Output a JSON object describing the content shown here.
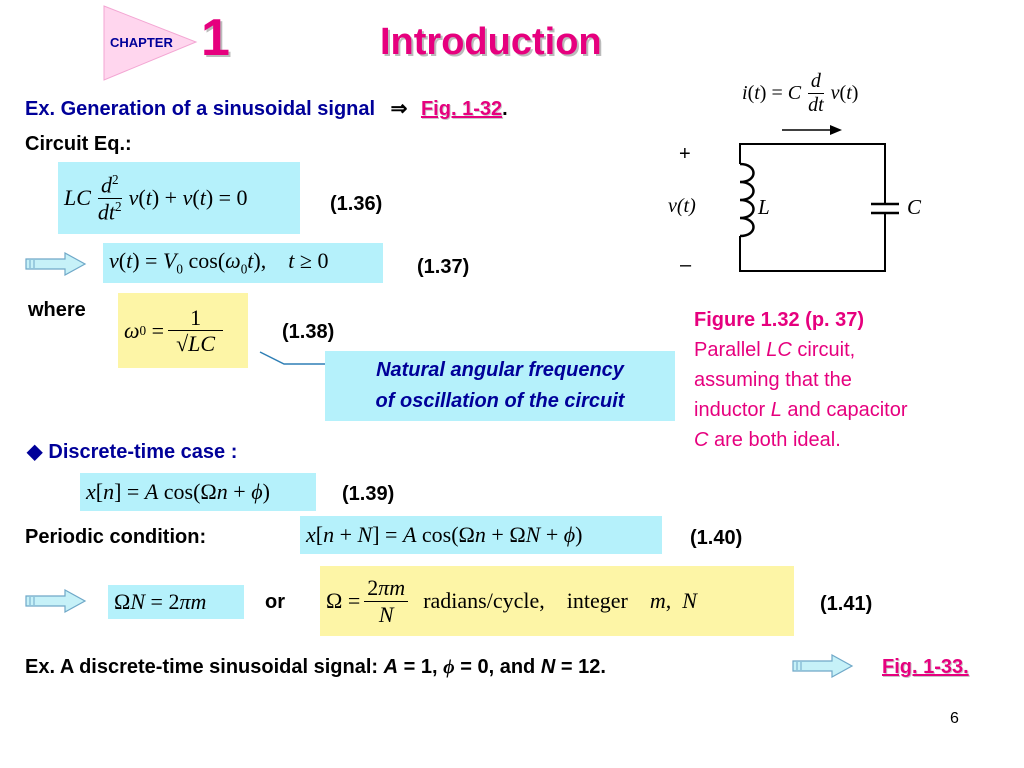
{
  "header": {
    "chapter_label": "CHAPTER",
    "chapter_number": "1",
    "title": "Introduction"
  },
  "example1": {
    "text": "Ex. Generation of a sinusoidal signal",
    "arrow_symbol": "⇒",
    "link": "Fig. 1-32",
    "period": "."
  },
  "circuit_eq_label": "Circuit Eq.:",
  "equations": {
    "eq_1_36": "(1.36)",
    "eq_1_37": "(1.37)",
    "eq_1_38": "(1.38)",
    "eq_1_39": "(1.39)",
    "eq_1_40": "(1.40)",
    "eq_1_41": "(1.41)"
  },
  "where_label": "where",
  "note_box": {
    "line1": "Natural angular frequency",
    "line2": "of oscillation of the circuit"
  },
  "discrete_case": {
    "bullet": "◆",
    "text": "Discrete-time case :"
  },
  "periodic_label": "Periodic condition:",
  "or_label": "or",
  "example2": {
    "prefix": "Ex. A discrete-time sinusoidal signal: ",
    "A": "A",
    "mid1": " = 1, ",
    "phi": "ϕ",
    "mid2": " = 0, and ",
    "N": "N",
    "mid3": " = 12.",
    "link": "Fig. 1-33."
  },
  "figure_caption": {
    "line1": "Figure 1.32  (p. 37)",
    "line2a": "Parallel ",
    "line2b": "LC",
    "line2c": " circuit,",
    "line3": "assuming that the",
    "line4a": "inductor ",
    "line4b": "L",
    "line4c": " and capacitor",
    "line5a": "C",
    "line5b": " are both ideal."
  },
  "circuit": {
    "plus": "+",
    "minus": "–",
    "voltage": "v(t)",
    "inductor": "L",
    "capacitor": "C"
  },
  "page_number": "6"
}
